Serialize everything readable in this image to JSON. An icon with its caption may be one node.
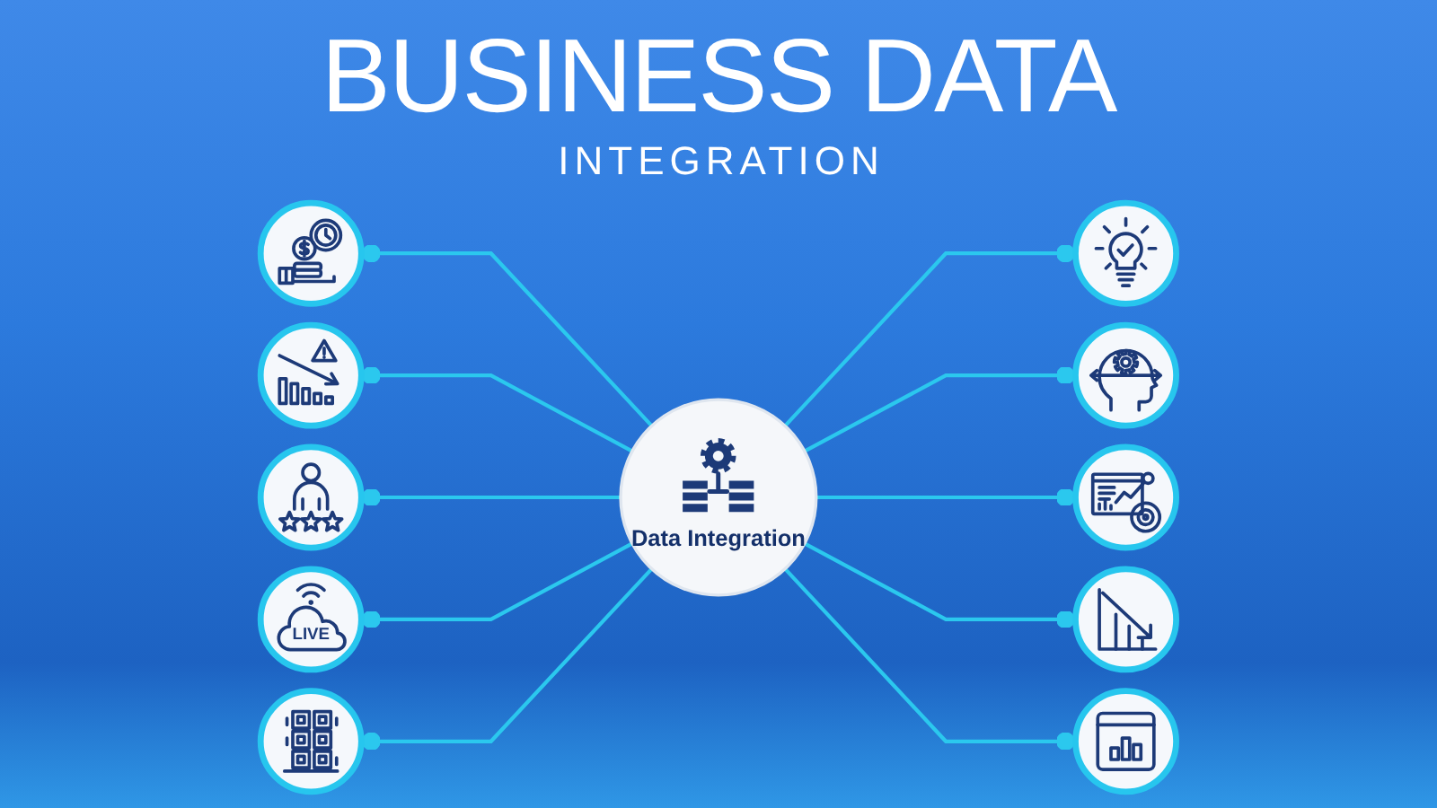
{
  "diagram": {
    "title": "BUSINESS DATA",
    "nodes": [
      {
        "text": [],
        "shape": "circle"
      },
      {
        "text": [],
        "shape": "circle"
      },
      {
        "text": [],
        "shape": "circle"
      },
      {
        "text": [],
        "shape": "circle"
      },
      {
        "text": [],
        "shape": "circle"
      },
      {
        "text": [
          "Data Integration"
        ]
      },
      {
        "text": [],
        "shape": "circle"
      },
      {
        "text": [
          "LIVE"
        ]
      },
      {
        "text": [],
        "shape": "circle"
      },
      {
        "text": [],
        "shape": "circle"
      },
      {
        "text": [],
        "shape": "circle"
      }
    ],
    "edges": [
      {
        "from": 5,
        "to": 0,
        "arrow": "other"
      },
      {
        "from": 5,
        "to": 1,
        "arrow": "other"
      },
      {
        "from": 5,
        "to": 2,
        "arrow": "other"
      },
      {
        "from": 5,
        "to": 3,
        "arrow": "other"
      },
      {
        "from": 5,
        "to": 4,
        "arrow": "other"
      },
      {
        "from": 5,
        "to": 6,
        "arrow": "other"
      },
      {
        "from": 5,
        "to": 7,
        "arrow": "other"
      },
      {
        "from": 5,
        "to": 8,
        "arrow": "other"
      },
      {
        "from": 5,
        "to": 9,
        "arrow": "other"
      },
      {
        "from": 5,
        "to": 10,
        "arrow": "other"
      }
    ],
    "labels": [
      "INTEGRATION"
    ]
  }
}
